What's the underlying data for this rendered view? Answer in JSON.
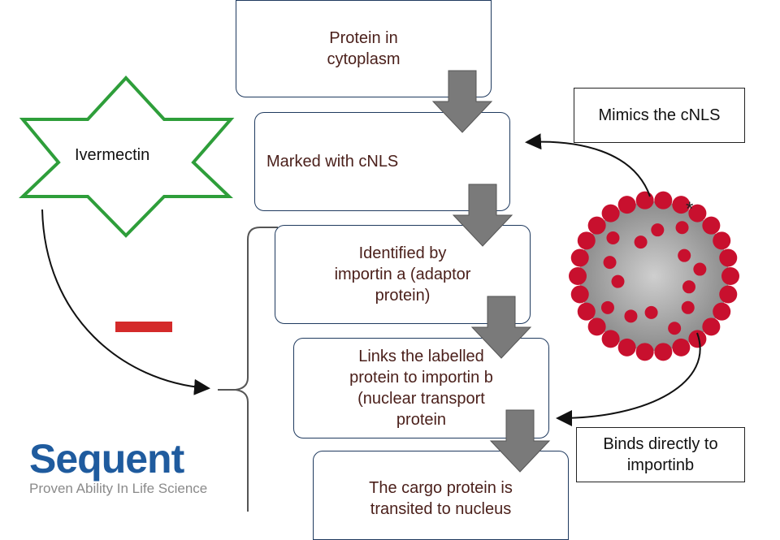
{
  "steps": [
    {
      "text": "Protein in\ncytoplasm"
    },
    {
      "text": "Marked with cNLS"
    },
    {
      "text": "Identified by\nimportin a (adaptor\nprotein)"
    },
    {
      "text": "Links the labelled\nprotein to importin b\n(nuclear transport\nprotein"
    },
    {
      "text": "The cargo protein is\ntransited to nucleus"
    }
  ],
  "ivermectin": "Ivermectin",
  "inhibition_symbol": "–",
  "mimics_label": "Mimics the cNLS",
  "binds_label": "Binds directly to\nimportinb",
  "virus_marker": "*",
  "logo": {
    "name": "Sequent",
    "tagline": "Proven Ability In Life Science"
  },
  "colors": {
    "star_outline": "#2e9e3a",
    "inhibition_bar": "#d42a2a",
    "down_arrow": "#7a7a7a",
    "virus_spikes": "#c8102e",
    "logo_blue": "#1f5b9e"
  }
}
